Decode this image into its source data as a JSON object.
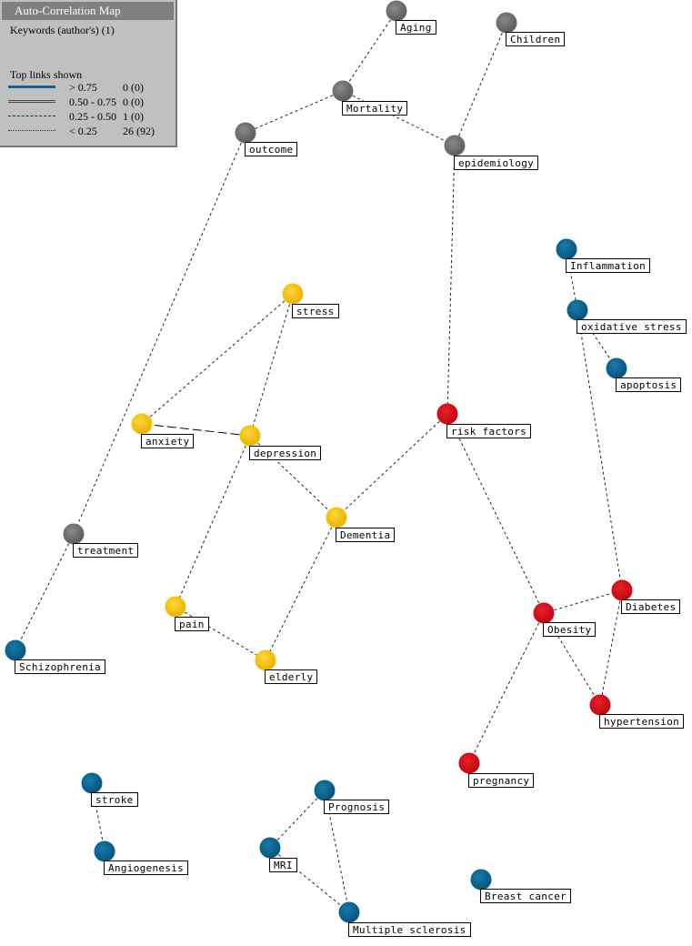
{
  "legend": {
    "title": "Auto-Correlation Map",
    "subtitle": "Keywords (author's) (1)",
    "links_heading": "Top links shown",
    "rows": [
      {
        "range": "> 0.75",
        "count": "0 (0)",
        "style": "thick"
      },
      {
        "range": "0.50 - 0.75",
        "count": "0 (0)",
        "style": "double"
      },
      {
        "range": "0.25 - 0.50",
        "count": "1 (0)",
        "style": "dash"
      },
      {
        "range": "< 0.25",
        "count": "26 (92)",
        "style": "dot"
      }
    ]
  },
  "colors": {
    "gray": "#6e6e6e",
    "yellow": "#f7c400",
    "red": "#d40b12",
    "blue": "#0a6592"
  },
  "nodes": [
    {
      "id": "aging",
      "label": "Aging",
      "color": "gray"
    },
    {
      "id": "children",
      "label": "Children",
      "color": "gray"
    },
    {
      "id": "mortality",
      "label": "Mortality",
      "color": "gray"
    },
    {
      "id": "outcome",
      "label": "outcome",
      "color": "gray"
    },
    {
      "id": "epidemiology",
      "label": "epidemiology",
      "color": "gray"
    },
    {
      "id": "inflammation",
      "label": "Inflammation",
      "color": "blue"
    },
    {
      "id": "oxidative",
      "label": "oxidative stress",
      "color": "blue"
    },
    {
      "id": "apoptosis",
      "label": "apoptosis",
      "color": "blue"
    },
    {
      "id": "stress",
      "label": "stress",
      "color": "yellow"
    },
    {
      "id": "anxiety",
      "label": "anxiety",
      "color": "yellow"
    },
    {
      "id": "depression",
      "label": "depression",
      "color": "yellow"
    },
    {
      "id": "riskfactors",
      "label": "risk factors",
      "color": "red"
    },
    {
      "id": "dementia",
      "label": "Dementia",
      "color": "yellow"
    },
    {
      "id": "treatment",
      "label": "treatment",
      "color": "gray"
    },
    {
      "id": "diabetes",
      "label": "Diabetes",
      "color": "red"
    },
    {
      "id": "obesity",
      "label": "Obesity",
      "color": "red"
    },
    {
      "id": "pain",
      "label": "pain",
      "color": "yellow"
    },
    {
      "id": "schizophrenia",
      "label": "Schizophrenia",
      "color": "blue"
    },
    {
      "id": "elderly",
      "label": "elderly",
      "color": "yellow"
    },
    {
      "id": "hypertension",
      "label": "hypertension",
      "color": "red"
    },
    {
      "id": "pregnancy",
      "label": "pregnancy",
      "color": "red"
    },
    {
      "id": "stroke",
      "label": "stroke",
      "color": "blue"
    },
    {
      "id": "prognosis",
      "label": "Prognosis",
      "color": "blue"
    },
    {
      "id": "angiogenesis",
      "label": "Angiogenesis",
      "color": "blue"
    },
    {
      "id": "mri",
      "label": "MRI",
      "color": "blue"
    },
    {
      "id": "breastcancer",
      "label": "Breast cancer",
      "color": "blue"
    },
    {
      "id": "ms",
      "label": "Multiple sclerosis",
      "color": "blue"
    }
  ],
  "edges": [
    {
      "from": "aging",
      "to": "mortality",
      "style": "dot"
    },
    {
      "from": "mortality",
      "to": "outcome",
      "style": "dot"
    },
    {
      "from": "mortality",
      "to": "epidemiology",
      "style": "dot"
    },
    {
      "from": "children",
      "to": "epidemiology",
      "style": "dot"
    },
    {
      "from": "outcome",
      "to": "treatment",
      "style": "dot"
    },
    {
      "from": "treatment",
      "to": "schizophrenia",
      "style": "dot"
    },
    {
      "from": "epidemiology",
      "to": "riskfactors",
      "style": "dot"
    },
    {
      "from": "inflammation",
      "to": "oxidative",
      "style": "dot"
    },
    {
      "from": "oxidative",
      "to": "apoptosis",
      "style": "dot"
    },
    {
      "from": "oxidative",
      "to": "diabetes",
      "style": "dot"
    },
    {
      "from": "stress",
      "to": "anxiety",
      "style": "dot"
    },
    {
      "from": "stress",
      "to": "depression",
      "style": "dot"
    },
    {
      "from": "anxiety",
      "to": "depression",
      "style": "dash"
    },
    {
      "from": "depression",
      "to": "dementia",
      "style": "dot"
    },
    {
      "from": "depression",
      "to": "pain",
      "style": "dot"
    },
    {
      "from": "riskfactors",
      "to": "dementia",
      "style": "dot"
    },
    {
      "from": "riskfactors",
      "to": "obesity",
      "style": "dot"
    },
    {
      "from": "dementia",
      "to": "elderly",
      "style": "dot"
    },
    {
      "from": "pain",
      "to": "elderly",
      "style": "dot"
    },
    {
      "from": "obesity",
      "to": "diabetes",
      "style": "dot"
    },
    {
      "from": "obesity",
      "to": "hypertension",
      "style": "dot"
    },
    {
      "from": "diabetes",
      "to": "hypertension",
      "style": "dot"
    },
    {
      "from": "obesity",
      "to": "pregnancy",
      "style": "dot"
    },
    {
      "from": "stroke",
      "to": "angiogenesis",
      "style": "dot"
    },
    {
      "from": "prognosis",
      "to": "mri",
      "style": "dot"
    },
    {
      "from": "prognosis",
      "to": "ms",
      "style": "dot"
    },
    {
      "from": "mri",
      "to": "ms",
      "style": "dot"
    }
  ]
}
